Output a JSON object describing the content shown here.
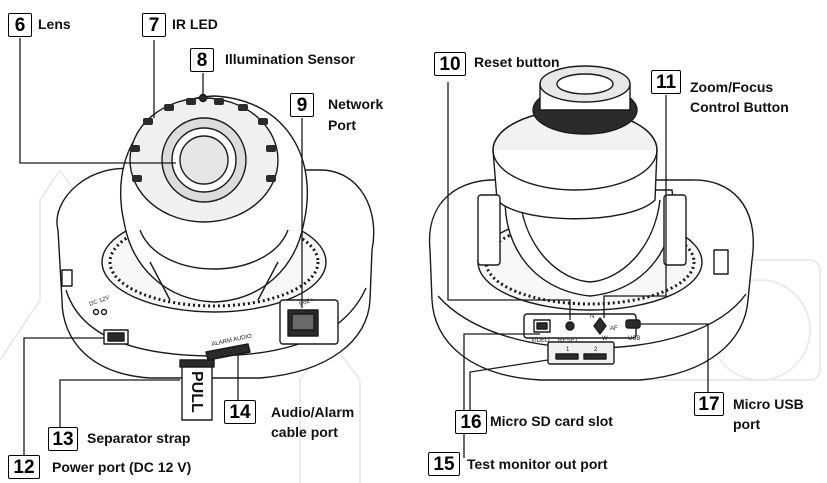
{
  "left_camera": {
    "body_labels": {
      "dc": "DC 12V",
      "alarm_audio": "ALARM AUDIO",
      "poe": "PoE+",
      "pull": "PULL"
    }
  },
  "right_camera": {
    "body_labels": {
      "video": "VIDEO",
      "reset": "RESET",
      "usb": "USB",
      "slot_1": "1",
      "slot_2": "2",
      "zoom_n": "N",
      "zoom_w": "W",
      "zoom_af": "AF"
    }
  },
  "callouts": [
    {
      "num": "6",
      "label": "Lens"
    },
    {
      "num": "7",
      "label": "IR LED"
    },
    {
      "num": "8",
      "label": "Illumination Sensor"
    },
    {
      "num": "9",
      "label_lines": [
        "Network",
        "Port"
      ]
    },
    {
      "num": "10",
      "label": "Reset button"
    },
    {
      "num": "11",
      "label_lines": [
        "Zoom/Focus",
        "Control Button"
      ]
    },
    {
      "num": "12",
      "label": "Power port (DC 12 V)"
    },
    {
      "num": "13",
      "label": "Separator strap"
    },
    {
      "num": "14",
      "label_lines": [
        "Audio/Alarm",
        "cable port"
      ]
    },
    {
      "num": "15",
      "label": "Test monitor out port"
    },
    {
      "num": "16",
      "label": "Micro SD card slot"
    },
    {
      "num": "17",
      "label_lines": [
        "Micro USB",
        "port"
      ]
    }
  ],
  "colors": {
    "line": "#1a1a1a",
    "camera_fill": "#ffffff",
    "shade": "#d9d9d9",
    "dark": "#2b2b2b",
    "watermark": "#ece9f0"
  }
}
